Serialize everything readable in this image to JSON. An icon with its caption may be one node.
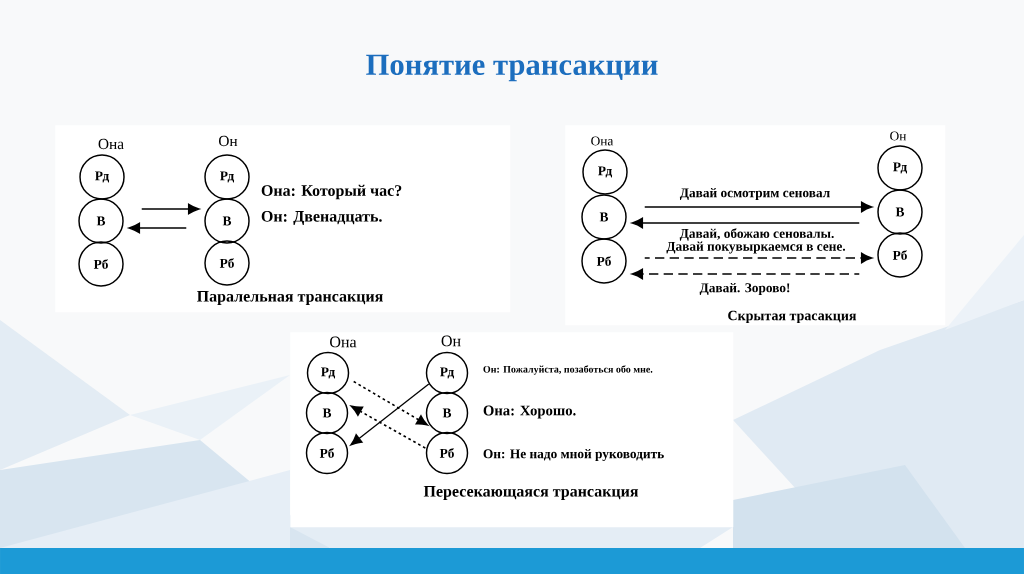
{
  "diagram": {
    "title": "Понятие трансакции",
    "nodes": [
      {
        "text": [
          "Паралельная трансакция"
        ]
      },
      {
        "text": [
          "Рд"
        ],
        "in": 0,
        "beside": [
          "Она"
        ]
      },
      {
        "text": [
          "В"
        ],
        "in": 0
      },
      {
        "text": [
          "Рб"
        ],
        "in": 0
      },
      {
        "text": [
          "Рд"
        ],
        "in": 0,
        "beside": [
          "Он"
        ]
      },
      {
        "text": [
          "В"
        ],
        "in": 0
      },
      {
        "text": [
          "Рб"
        ],
        "in": 0
      },
      {
        "text": [
          "Скрытая трасакция"
        ]
      },
      {
        "text": [
          "Рд"
        ],
        "in": 7,
        "beside": [
          "Она"
        ]
      },
      {
        "text": [
          "В"
        ],
        "in": 7
      },
      {
        "text": [
          "Рб"
        ],
        "in": 7
      },
      {
        "text": [
          "Рд"
        ],
        "in": 7,
        "beside": [
          "Он"
        ]
      },
      {
        "text": [
          "В"
        ],
        "in": 7
      },
      {
        "text": [
          "Рб"
        ],
        "in": 7
      },
      {
        "text": [
          "Пересекающаяся трансакция"
        ]
      },
      {
        "text": [
          "Рд"
        ],
        "in": 14,
        "beside": [
          "Она"
        ]
      },
      {
        "text": [
          "В"
        ],
        "in": 14
      },
      {
        "text": [
          "Рб"
        ],
        "in": 14
      },
      {
        "text": [
          "Рд"
        ],
        "in": 14,
        "beside": [
          "Он"
        ]
      },
      {
        "text": [
          "В"
        ],
        "in": 14
      },
      {
        "text": [
          "Рб"
        ],
        "in": 14
      }
    ],
    "edges": [
      {
        "from": 2,
        "to": 5,
        "arrow": "to"
      },
      {
        "from": 5,
        "to": 2,
        "arrow": "to"
      },
      {
        "from": 9,
        "to": 12,
        "arrow": "to",
        "label": "Давай осмотрим сеновал"
      },
      {
        "from": 12,
        "to": 9,
        "arrow": "to",
        "label": "Давай, обожаю сеновалы."
      },
      {
        "from": 10,
        "to": 13,
        "arrow": "to",
        "style": "dashed",
        "label": "Давай покувыркаемся в сене."
      },
      {
        "from": 13,
        "to": 10,
        "arrow": "to",
        "style": "dashed",
        "label": "Давай. Зорово!"
      },
      {
        "from": 18,
        "to": 17,
        "arrow": "to"
      },
      {
        "from": 15,
        "to": 19,
        "arrow": "to",
        "style": "dashed"
      },
      {
        "from": 20,
        "to": 16,
        "arrow": "to",
        "style": "dashed"
      }
    ],
    "labels": [
      "Она: Который час?",
      "Он: Двенадцать.",
      "Он: Пожалуйста, позаботься обо мне.",
      "Она: Хорошо.",
      "Он: Не надо мной руководить"
    ]
  }
}
